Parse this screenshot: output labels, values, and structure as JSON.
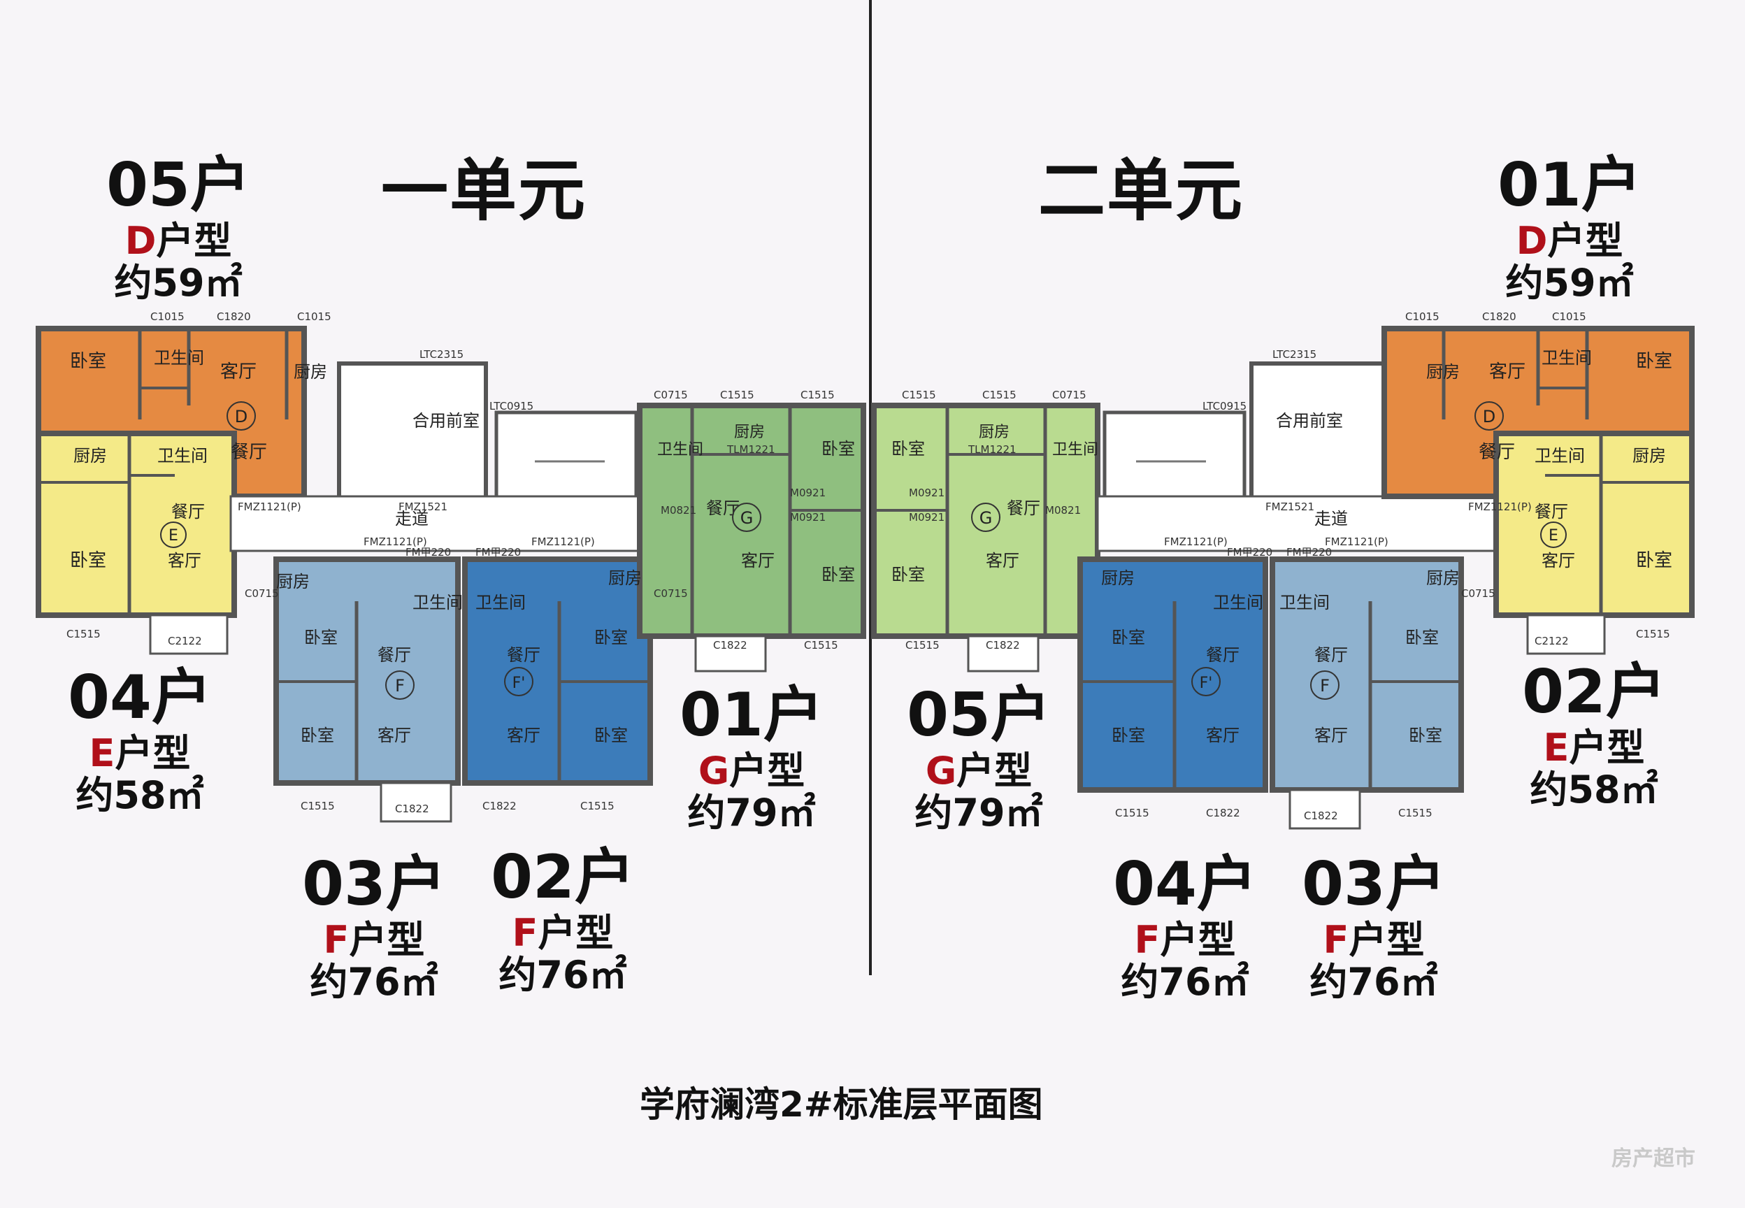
{
  "colors": {
    "D": "#e58a42",
    "E": "#f4ea88",
    "F_light": "#8fb2cf",
    "F_dark": "#3c7cba",
    "G_dark": "#8fbf7f",
    "G_light": "#b9db90",
    "wall": "#555555",
    "divider": "#222222",
    "type_letter": "#b0101a"
  },
  "units": {
    "u1": "一单元",
    "u2": "二单元"
  },
  "labels": {
    "u1_05": {
      "hu": "05户",
      "type_letter": "D",
      "type_suffix": "户型",
      "area": "约59㎡"
    },
    "u1_04": {
      "hu": "04户",
      "type_letter": "E",
      "type_suffix": "户型",
      "area": "约58㎡"
    },
    "u1_03": {
      "hu": "03户",
      "type_letter": "F",
      "type_suffix": "户型",
      "area": "约76㎡"
    },
    "u1_02": {
      "hu": "02户",
      "type_letter": "F",
      "type_suffix": "户型",
      "area": "约76㎡"
    },
    "u1_01": {
      "hu": "01户",
      "type_letter": "G",
      "type_suffix": "户型",
      "area": "约79㎡"
    },
    "u2_05": {
      "hu": "05户",
      "type_letter": "G",
      "type_suffix": "户型",
      "area": "约79㎡"
    },
    "u2_04": {
      "hu": "04户",
      "type_letter": "F",
      "type_suffix": "户型",
      "area": "约76㎡"
    },
    "u2_03": {
      "hu": "03户",
      "type_letter": "F",
      "type_suffix": "户型",
      "area": "约76㎡"
    },
    "u2_02": {
      "hu": "02户",
      "type_letter": "E",
      "type_suffix": "户型",
      "area": "约58㎡"
    },
    "u2_01": {
      "hu": "01户",
      "type_letter": "D",
      "type_suffix": "户型",
      "area": "约59㎡"
    }
  },
  "rooms": {
    "bedroom": "卧室",
    "living": "客厅",
    "kitchen": "厨房",
    "bath": "卫生间",
    "dining": "餐厅",
    "hall": "合用前室",
    "corridor": "走道"
  },
  "codes": {
    "c1015": "C1015",
    "c1820": "C1820",
    "c1515": "C1515",
    "c2122": "C2122",
    "c1822": "C1822",
    "c0715": "C0715",
    "ltc2315": "LTC2315",
    "ltc0915": "LTC0915",
    "fmz1521": "FMZ1521",
    "fmz1121": "FMZ1121(P)",
    "m0821": "M0821",
    "m0921": "M0921",
    "m0821b": "M0821",
    "tlm1221": "TLM1221",
    "fm220": "FM甲220",
    "m0921b": "M0921"
  },
  "marks": {
    "D": "D",
    "E": "E",
    "F": "F",
    "Fp": "F'",
    "G": "G"
  },
  "caption": "学府澜湾2#标准层平面图",
  "watermark": "房产超市"
}
